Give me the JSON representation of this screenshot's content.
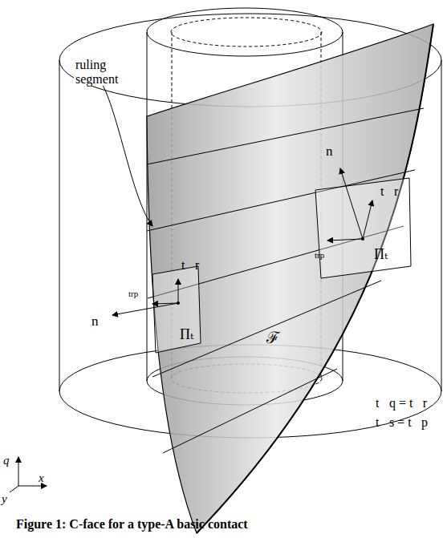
{
  "diagram": {
    "caption": "Figure 1: C-face for a type-A basic contact",
    "labels": [
      "ruling segment",
      "n⃗",
      "t⃗r",
      "trp",
      "Πₜ",
      "t⃗r",
      "trp",
      "n⃗",
      "Πₜ",
      "ℱ",
      "t⃗q = t⃗r",
      "t⃗s = t⃗p",
      "q",
      "x",
      "y"
    ]
  }
}
